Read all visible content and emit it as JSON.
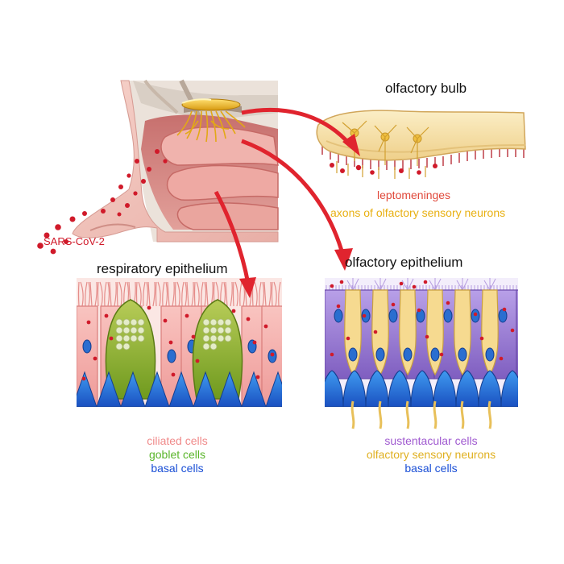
{
  "labels": {
    "olfactory_bulb": "olfactory bulb",
    "leptomeninges": "leptomeninges",
    "axons": "axons of olfactory sensory neurons",
    "virus": "SARS-CoV-2",
    "respiratory_epithelium": "respiratory epithelium",
    "olfactory_epithelium": "olfactory epithelium"
  },
  "legend_left": [
    {
      "text": "ciliated cells",
      "color": "#f08a8a"
    },
    {
      "text": "goblet cells",
      "color": "#5ab52a"
    },
    {
      "text": "basal cells",
      "color": "#1a4fd6"
    }
  ],
  "legend_right": [
    {
      "text": "sustentacular cells",
      "color": "#a05ad0"
    },
    {
      "text": "olfactory sensory neurons",
      "color": "#e0b020"
    },
    {
      "text": "basal cells",
      "color": "#1a4fd6"
    }
  ],
  "colors": {
    "arrow": "#e0242e",
    "virus": "#d01a2a",
    "leptomeninges_label": "#e0483a",
    "axons_label": "#e8b012",
    "skin": "#f2c3bb",
    "mucosa": "#d88a86",
    "bone": "#ece6e0",
    "bulb": "#f8e4b0",
    "ciliated": "#f4a8a8",
    "goblet": "#98b83a",
    "basal": "#2a7ad8",
    "sustentacular": "#9c7ad0",
    "neuron": "#f4d68a"
  }
}
